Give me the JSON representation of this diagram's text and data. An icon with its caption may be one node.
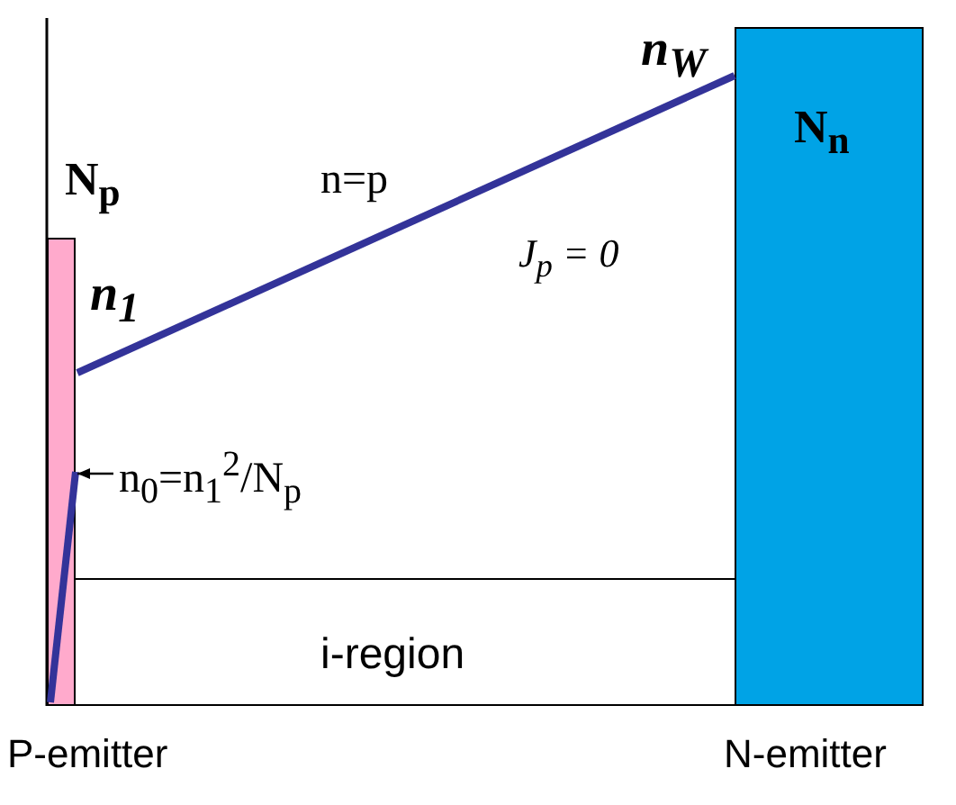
{
  "diagram": {
    "nodes": [
      {
        "text": [
          "N$_{p}$"
        ],
        "beside": [
          "P-emitter"
        ]
      },
      {
        "text": [
          "N$_{n}$"
        ],
        "beside": [
          "N-emitter"
        ]
      },
      {
        "text": [
          "i-region"
        ]
      },
      {
        "text": [
          "n$_{0}$=n$_{1}$$^{2}$/N$_{p}$"
        ]
      }
    ],
    "edges": [
      {
        "from": 0,
        "to": 1,
        "arrow": "none",
        "style": "thick",
        "color": "#333399"
      },
      {
        "from": 3,
        "to": 0,
        "arrow": "to",
        "color": "#000000"
      }
    ],
    "labels": [
      "n$_{W}$",
      "n=p",
      "J$_{p}$ = 0",
      "n$_{1}$"
    ]
  }
}
